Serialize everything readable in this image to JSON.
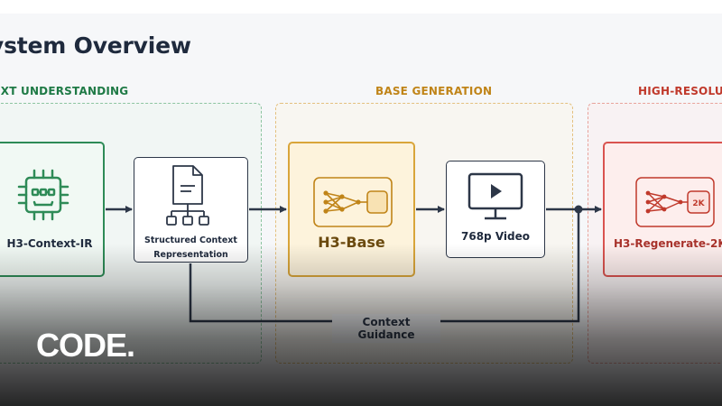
{
  "title": "ystem Overview",
  "sections": {
    "context": "TEXT UNDERSTANDING",
    "base": "BASE GENERATION",
    "highres": "HIGH-RESOLUTI"
  },
  "nodes": {
    "context_ir": "H3-Context-IR",
    "structured_line1": "Structured Context",
    "structured_line2": "Representation",
    "base": "H3-Base",
    "video": "768p Video",
    "regenerate": "H3-Regenerate-2K",
    "regen_badge": "2K"
  },
  "guidance": "Context Guidance",
  "watermark": "CODE.",
  "colors": {
    "context": "#2e8b57",
    "base": "#d9a53a",
    "highres": "#d9534f",
    "ink": "#2d3748"
  }
}
